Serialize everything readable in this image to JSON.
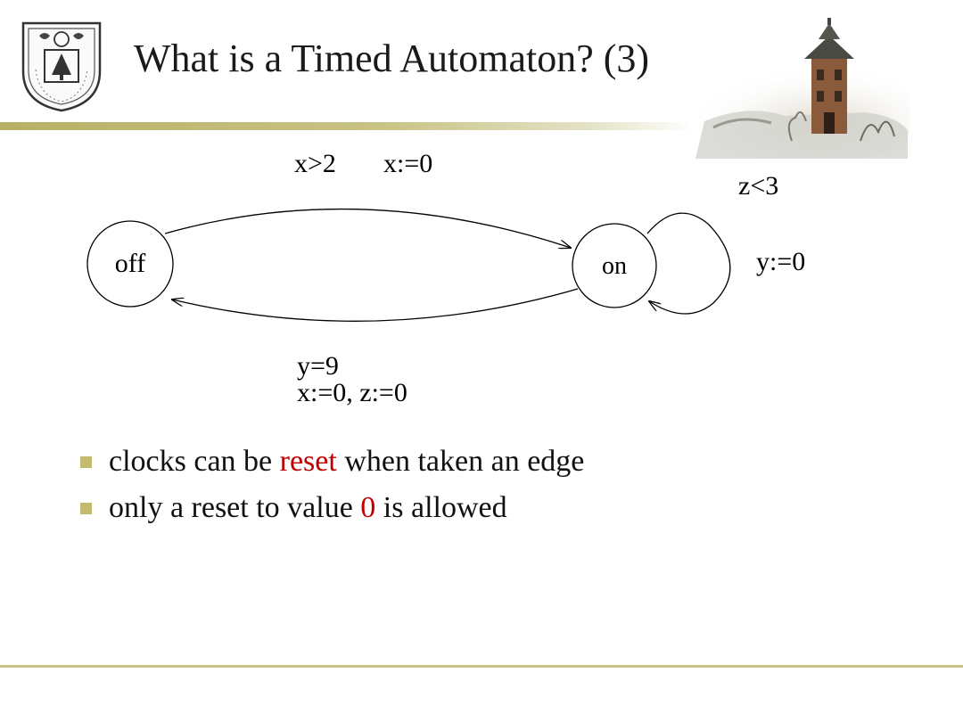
{
  "slide": {
    "title": "What is a Timed Automaton? (3)"
  },
  "logo": {
    "icon": "university-seal-icon"
  },
  "photo": {
    "icon": "tower-photo-icon"
  },
  "automaton": {
    "states": [
      {
        "id": "off",
        "label": "off"
      },
      {
        "id": "on",
        "label": "on"
      }
    ],
    "edges": [
      {
        "from": "off",
        "to": "on",
        "guard": "x>2",
        "reset": "x:=0"
      },
      {
        "from": "on",
        "to": "off",
        "guard": "y=9",
        "reset": "x:=0, z:=0"
      },
      {
        "from": "on",
        "to": "on",
        "guard": "z<3",
        "reset": "y:=0"
      }
    ]
  },
  "bullets": [
    {
      "before": "clocks can be ",
      "highlight": "reset",
      "after": " when taken an edge"
    },
    {
      "before": "only a reset to value ",
      "highlight": "0",
      "after": " is allowed"
    }
  ],
  "colors": {
    "accent": "#c3b96f",
    "highlight": "#c00000",
    "rule": "#c9c38a"
  }
}
